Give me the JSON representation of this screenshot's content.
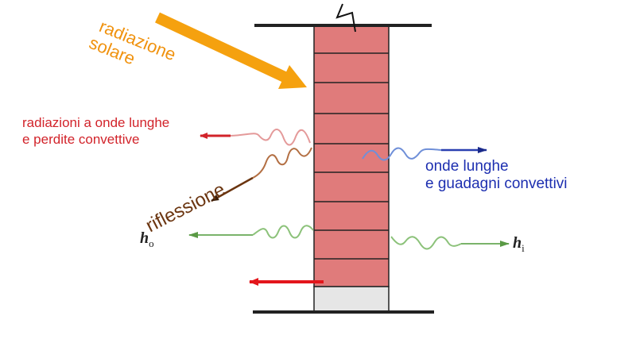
{
  "labels": {
    "solar_radiation": [
      "radiazione",
      "solare"
    ],
    "long_wave_out": [
      "radiazioni a onde lunghe",
      "e perdite convettive"
    ],
    "reflection": "riflessione",
    "long_wave_in": [
      "onde lunghe",
      "e guadagni convettivi"
    ],
    "h_outside": {
      "symbol": "h",
      "subscript": "o"
    },
    "h_inside": {
      "symbol": "h",
      "subscript": "i"
    }
  },
  "colors": {
    "solar": "#f5a10f",
    "long_wave_out": "#d2232a",
    "reflection": "#6b3510",
    "long_wave_in": "#2a3fb0",
    "convection": "#6aa84f",
    "heat_flow": "#e3161b",
    "brick": "#e07b7b",
    "wall_base": "#e6e6e6"
  }
}
